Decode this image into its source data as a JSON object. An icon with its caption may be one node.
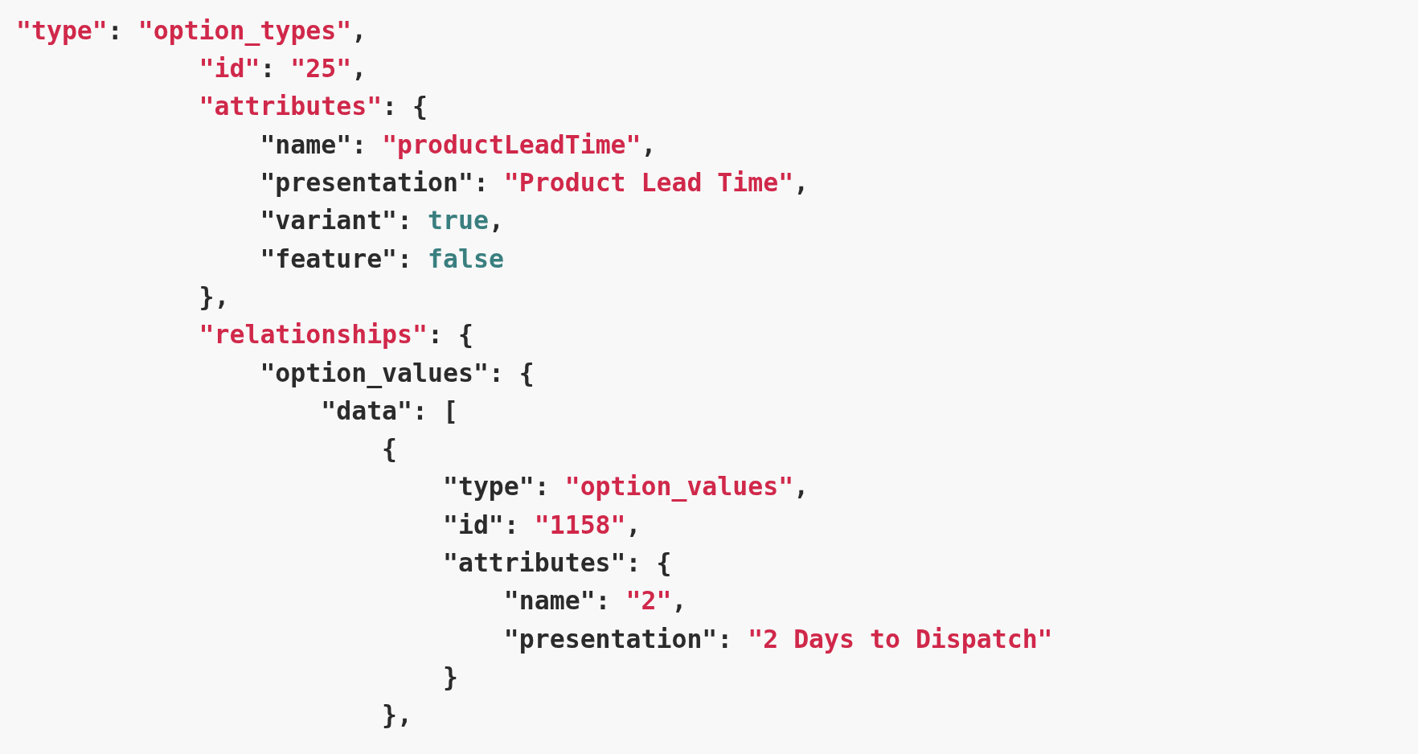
{
  "diagram": {
    "labels": [
      "\"type\": \"option_types\",",
      "\"id\": \"25\",",
      "\"attributes\": {",
      "\"name\": \"productLeadTime\",",
      "\"presentation\": \"Product Lead Time\",",
      "\"variant\": true,",
      "\"feature\": false",
      "},",
      "\"relationships\": {",
      "\"option_values\": {",
      "\"data\": [",
      "{",
      "\"type\": \"option_values\",",
      "\"id\": \"1158\",",
      "\"attributes\": {",
      "\"name\": \"2\",",
      "\"presentation\": \"2 Days to Dispatch\"",
      "}",
      "},"
    ]
  }
}
